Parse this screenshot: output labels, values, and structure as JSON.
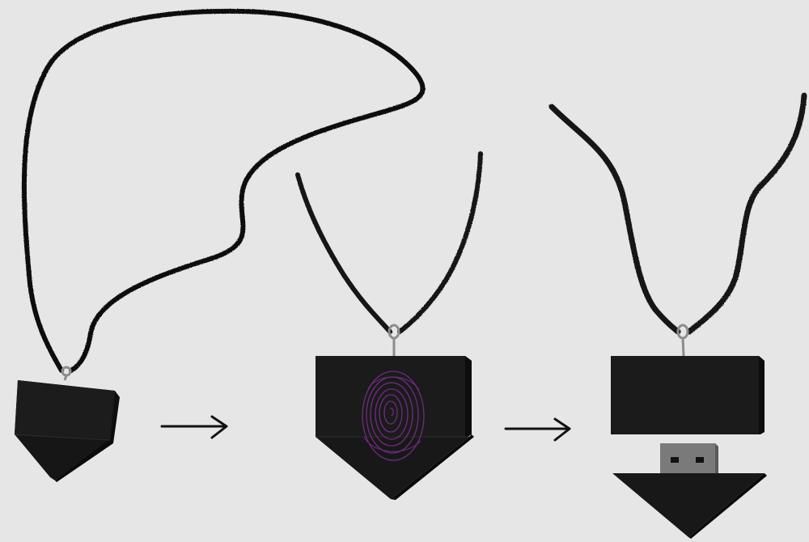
{
  "colors": {
    "background": "#e6e6e6",
    "cord": "#111111",
    "pendant_dark": "#1b1b1b",
    "pendant_side": "#0f0f0f",
    "fingerprint": "#7b2e8e",
    "hook": "#8c8c8c",
    "usb_connector": "#7a7a7a",
    "usb_slot": "#111111",
    "arrow": "#111111"
  },
  "steps": [
    {
      "id": "step-1",
      "item": "pendant-closed-tilted"
    },
    {
      "id": "step-2",
      "item": "pendant-fingerprint"
    },
    {
      "id": "step-3",
      "item": "pendant-open-usb"
    }
  ],
  "icons": [
    "necklace-cord-icon",
    "pendant-icon",
    "fingerprint-icon",
    "usb-connector-icon",
    "arrow-right-icon"
  ]
}
